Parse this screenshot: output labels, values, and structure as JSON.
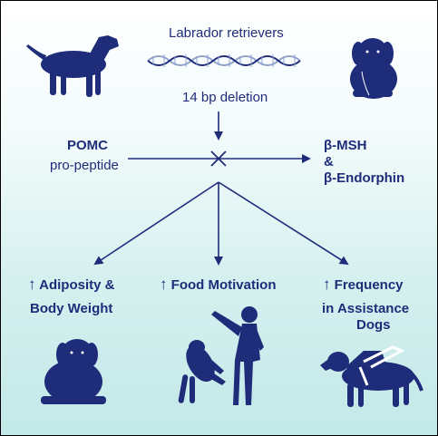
{
  "header": {
    "breed": "Labrador retrievers"
  },
  "mutation": {
    "label": "14 bp deletion"
  },
  "pathway": {
    "source_line1": "POMC",
    "source_line2": "pro-peptide",
    "product_line1": "β-MSH",
    "product_line2": "&",
    "product_line3": "β-Endorphin"
  },
  "outcomes": {
    "arrow_symbol": "↑",
    "adiposity_line1": "Adiposity &",
    "adiposity_line2": "Body Weight",
    "food": "Food Motivation",
    "frequency_line1": "Frequency",
    "frequency_line2": "in Assistance",
    "frequency_line3": "Dogs"
  },
  "colors": {
    "ink": "#1f2c7a",
    "dna_light": "#8fa2cc",
    "background_bottom": "#c2e9e8"
  },
  "icons": [
    "standing-dog-icon",
    "sitting-dog-icon",
    "dna-helix-icon",
    "dog-and-trainer-icon",
    "guide-dog-icon"
  ]
}
